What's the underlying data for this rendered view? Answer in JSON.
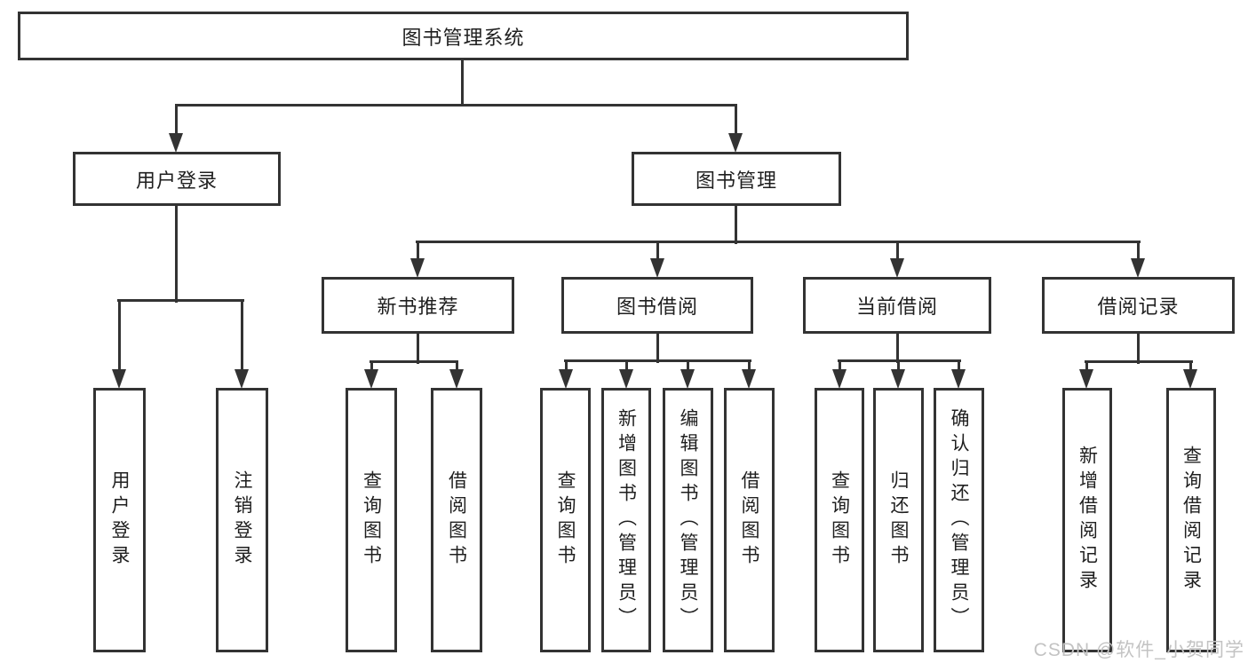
{
  "nodes": {
    "root": "图书管理系统",
    "userLogin": "用户登录",
    "bookMgmt": "图书管理",
    "newBookRec": "新书推荐",
    "bookBorrow": "图书借阅",
    "currentBorrow": "当前借阅",
    "borrowRecord": "借阅记录",
    "leafUserLogin": "用户登录",
    "leafLogout": "注销登录",
    "leafQueryBook1": "查询图书",
    "leafBorrowBook1": "借阅图书",
    "leafQueryBook2": "查询图书",
    "leafAddBook": "新增图书（管理员）",
    "leafEditBook": "编辑图书（管理员）",
    "leafBorrowBook2": "借阅图书",
    "leafQueryBook3": "查询图书",
    "leafReturnBook": "归还图书",
    "leafConfirmReturn": "确认归还（管理员）",
    "leafAddRecord": "新增借阅记录",
    "leafQueryRecord": "查询借阅记录"
  },
  "watermark": "CSDN @软件_小贺同学",
  "colors": {
    "line": "#333333",
    "text": "#1f1f1f",
    "watermark": "#c3c3c3"
  }
}
